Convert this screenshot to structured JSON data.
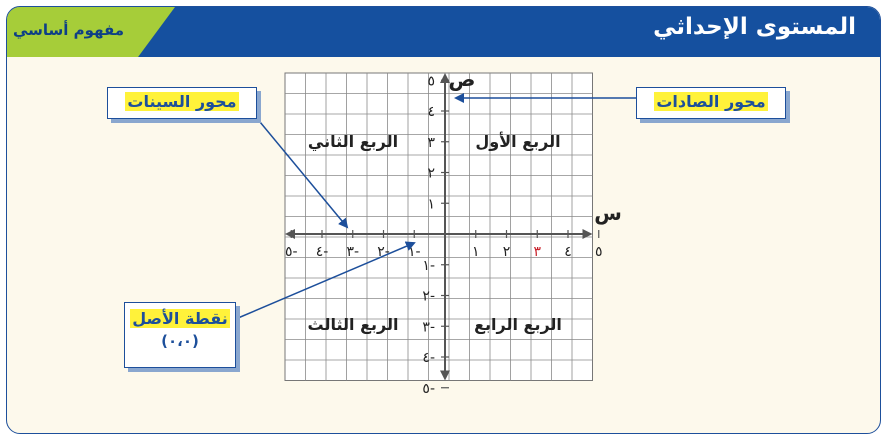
{
  "header": {
    "title": "المستوى الإحداثي",
    "tag": "مفهوم أساسي"
  },
  "callouts": {
    "x_axis": "محور السينات",
    "y_axis": "محور الصادات",
    "origin": "نقطة الأصل",
    "origin_coords": "(٠،٠)"
  },
  "quadrants": {
    "first": "الربع الأول",
    "second": "الربع الثاني",
    "third": "الربع الثالث",
    "fourth": "الربع الرابع"
  },
  "axes": {
    "x_var": "س",
    "y_var": "ص",
    "x_pos_ticks": [
      "١",
      "٢",
      "٣",
      "٤",
      "٥"
    ],
    "x_neg_ticks": [
      "١-",
      "٢-",
      "٣-",
      "٤-",
      "٥-"
    ],
    "y_pos_ticks": [
      "١",
      "٢",
      "٣",
      "٤",
      "٥"
    ],
    "y_neg_ticks": [
      "١-",
      "٢-",
      "٣-",
      "٤-",
      "٥-"
    ],
    "highlight_tick_color": "#c8202a"
  },
  "colors": {
    "header": "#15509f",
    "tag": "#a6cd39",
    "frame": "#1d4f9b",
    "background": "#fdf9ec",
    "highlight": "#fff23a"
  }
}
